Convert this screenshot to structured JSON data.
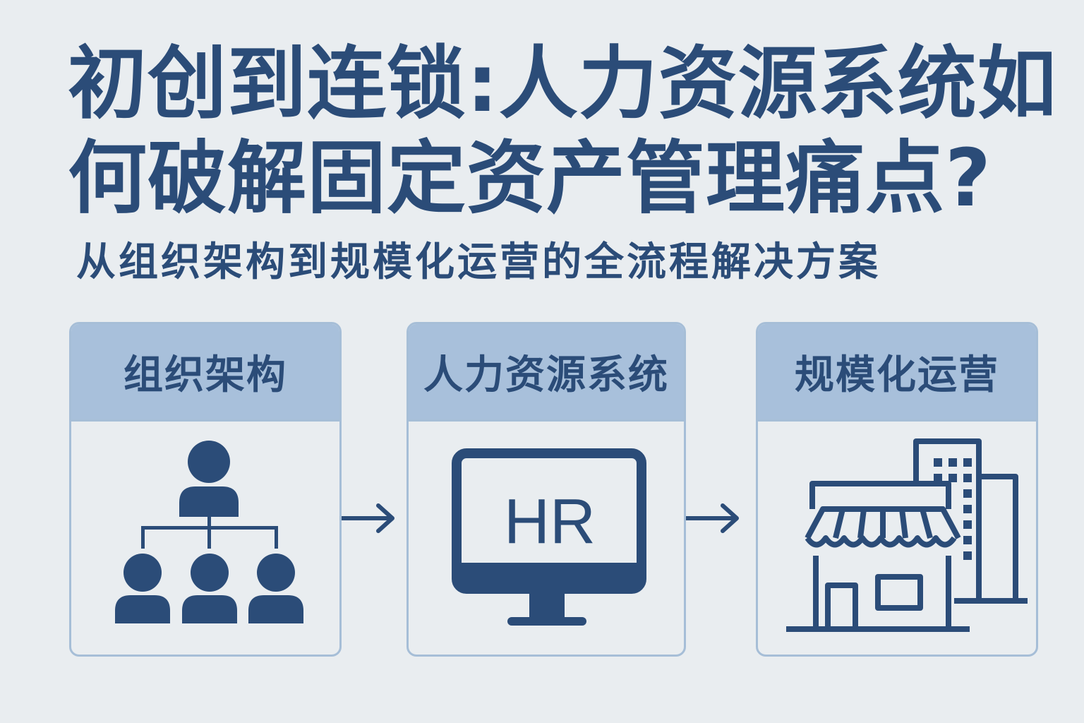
{
  "title": "初创到连锁:人力资源系统如何破解固定资产管理痛点?",
  "subtitle": "从组织架构到规模化运营的全流程解决方案",
  "steps": [
    {
      "label": "组织架构",
      "icon": "org-chart-icon"
    },
    {
      "label": "人力资源系统",
      "icon": "hr-monitor-icon",
      "screen_text": "HR"
    },
    {
      "label": "规模化运营",
      "icon": "storefront-building-icon"
    }
  ],
  "colors": {
    "primary": "#2b4c78",
    "header": "#a8c0db",
    "border": "#a6bed7",
    "background": "#e9edf0"
  }
}
